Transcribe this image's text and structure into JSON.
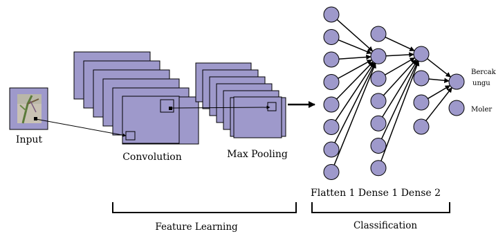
{
  "colors": {
    "fill": "#9e99cb",
    "stroke": "#000000",
    "background": "#ffffff"
  },
  "labels": {
    "input": "Input",
    "convolution": "Convolution",
    "max_pooling": "Max Pooling",
    "layers": "Flatten 1 Dense 1 Dense 2",
    "output_1_line1": "Bercak",
    "output_1_line2": "ungu",
    "output_2": "Moler",
    "feature_learning": "Feature Learning",
    "classification": "Classification"
  },
  "network": {
    "flatten_nodes": 8,
    "dense1_nodes": 7,
    "dense2_nodes": 4,
    "output_nodes": 2,
    "conv_maps": 6,
    "pool_maps": 6
  },
  "input_image_icon": "plant-stem-photo"
}
